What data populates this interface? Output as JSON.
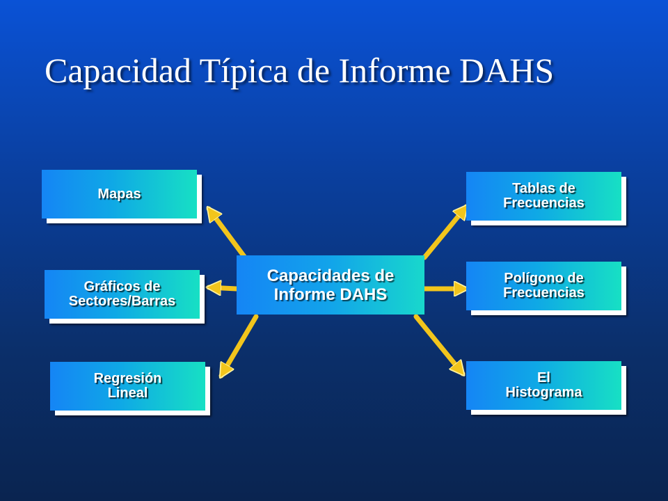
{
  "title": "Capacidad Típica de Informe DAHS",
  "center": {
    "label": "Capacidades de\nInforme DAHS"
  },
  "left_nodes": [
    {
      "label": "Mapas"
    },
    {
      "label": "Gráficos de\nSectores/Barras"
    },
    {
      "label": "Regresión\nLineal"
    }
  ],
  "right_nodes": [
    {
      "label": "Tablas de\nFrecuencias"
    },
    {
      "label": "Polígono de\nFrecuencias"
    },
    {
      "label": "El\nHistograma"
    }
  ],
  "colors": {
    "arrow": "#f2c51c",
    "arrow_highlight": "#fff2a0",
    "box_gradient_start": "#1585f5",
    "box_gradient_end": "#17e0c4",
    "title": "#ffffff"
  }
}
